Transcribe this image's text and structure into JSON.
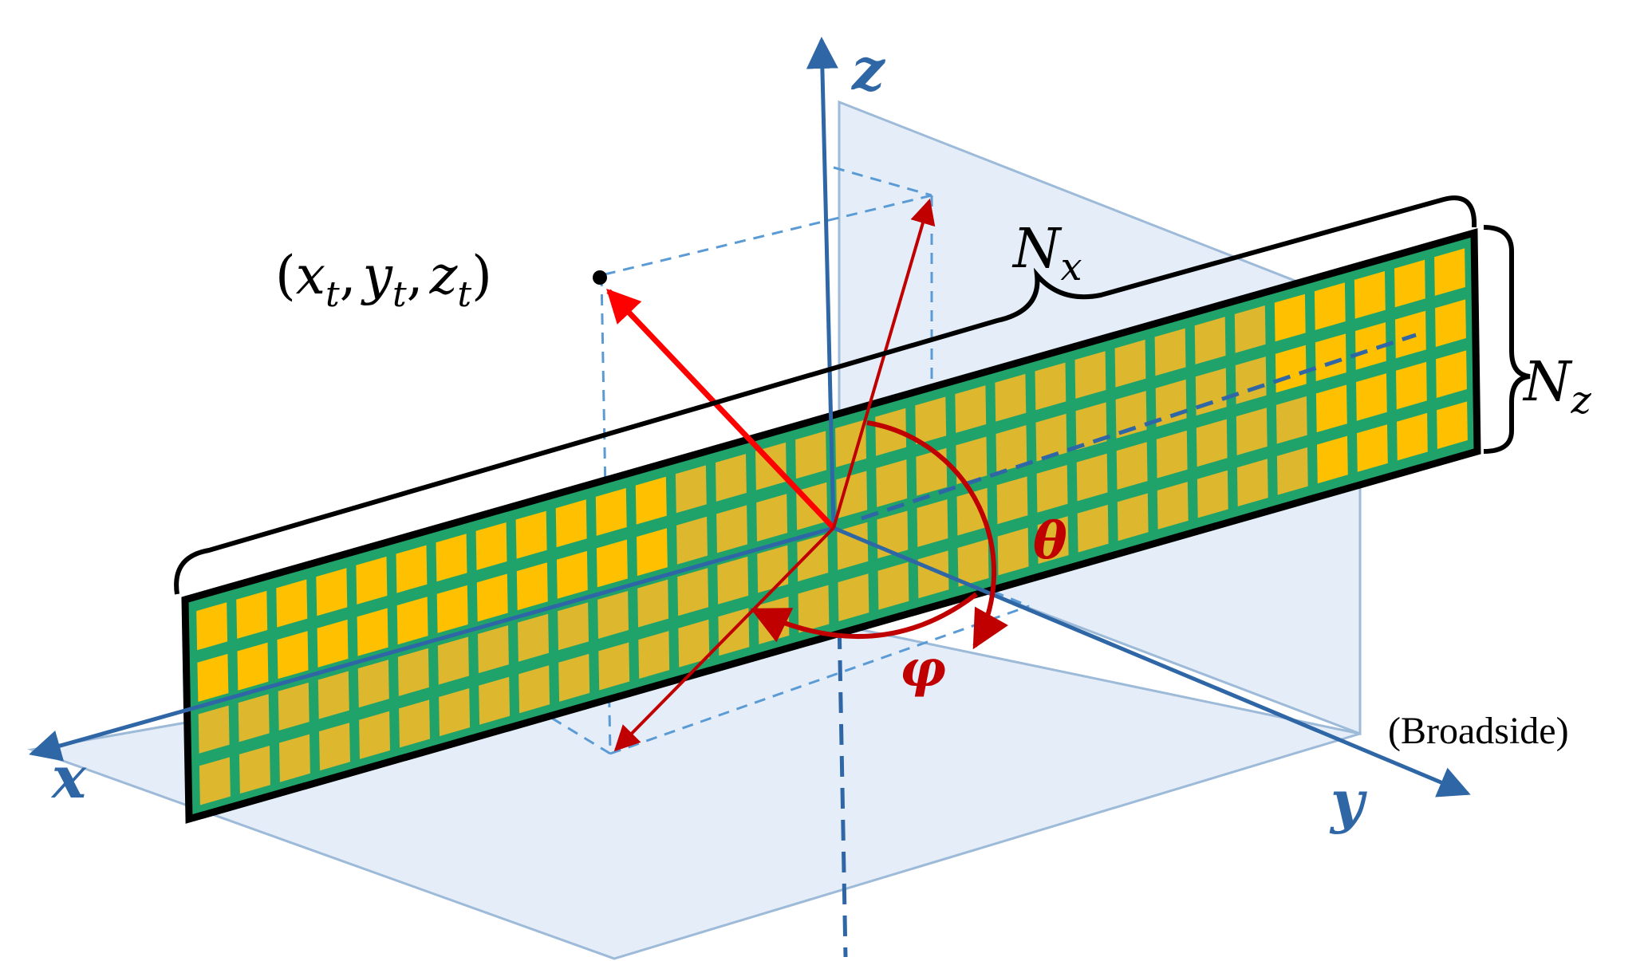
{
  "axes": {
    "x": "x",
    "y": "y",
    "z": "z"
  },
  "labels": {
    "target_point": "(xₜ, yₜ, zₜ)",
    "target_open": "(",
    "target_x": "x",
    "target_y": "y",
    "target_z": "z",
    "target_sub": "t",
    "target_comma": ",",
    "target_close": ")",
    "nx": "N",
    "nx_sub": "x",
    "nz": "N",
    "nz_sub": "z",
    "theta": "θ",
    "phi": "φ",
    "broadside": "(Broadside)"
  },
  "array": {
    "columns": 32,
    "rows": 4,
    "element_color_bright": "#FFC000",
    "element_color_dim": "#DDB72E",
    "grid_color": "#1FA36A",
    "frame_color": "#000000"
  },
  "colors": {
    "axis_blue": "#2E66A6",
    "plane_fill": "#DCE8F6",
    "plane_stroke": "#9DBAD9",
    "dashed_blue": "#5B9BD5",
    "red_main": "#FF0000",
    "red_dark": "#C00000"
  }
}
